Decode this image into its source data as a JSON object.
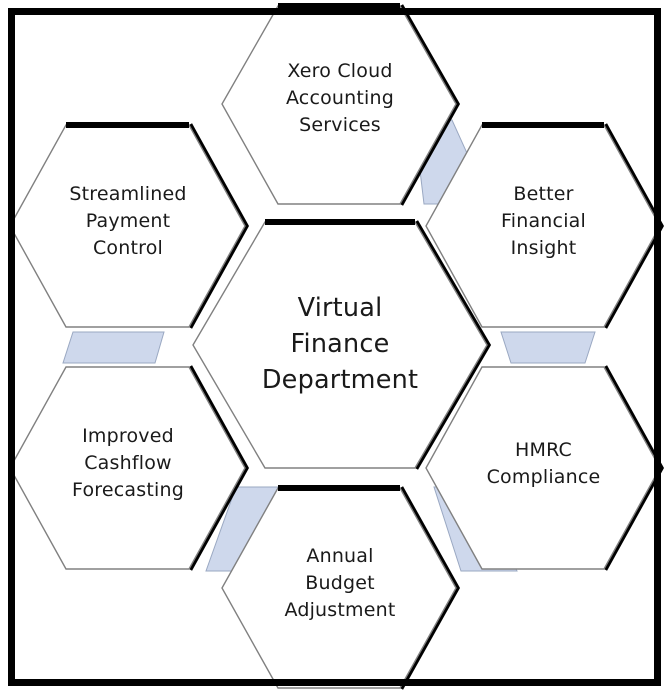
{
  "diagram": {
    "title": "Virtual Finance Department",
    "type": "hexagon-honeycomb",
    "frame_color": "#000000",
    "hex_fill": "#ffffff",
    "hex_outline": "#808080",
    "hex_shadow": "#000000",
    "connector_fill": "#ced8ec",
    "connector_outline": "#9aa8c2",
    "text_color": "#1a1a1a",
    "center": {
      "id": "virtual-finance-department",
      "label": "Virtual\nFinance\nDepartment"
    },
    "satellites": [
      {
        "id": "xero-cloud-accounting-services",
        "label": "Xero Cloud\nAccounting\nServices",
        "position": "top"
      },
      {
        "id": "better-financial-insight",
        "label": "Better\nFinancial\nInsight",
        "position": "top-right"
      },
      {
        "id": "hmrc-compliance",
        "label": "HMRC\nCompliance",
        "position": "bottom-right"
      },
      {
        "id": "annual-budget-adjustment",
        "label": "Annual\nBudget\nAdjustment",
        "position": "bottom"
      },
      {
        "id": "improved-cashflow-forecasting",
        "label": "Improved\nCashflow\nForecasting",
        "position": "bottom-left"
      },
      {
        "id": "streamlined-payment-control",
        "label": "Streamlined\nPayment\nControl",
        "position": "top-left"
      }
    ],
    "connectors": [
      {
        "id": "connector-xero-to-insight",
        "from": "xero-cloud-accounting-services",
        "to": "better-financial-insight"
      },
      {
        "id": "connector-insight-to-hmrc",
        "from": "better-financial-insight",
        "to": "hmrc-compliance"
      },
      {
        "id": "connector-hmrc-to-budget",
        "from": "hmrc-compliance",
        "to": "annual-budget-adjustment"
      },
      {
        "id": "connector-budget-to-cashflow",
        "from": "annual-budget-adjustment",
        "to": "improved-cashflow-forecasting"
      },
      {
        "id": "connector-cashflow-to-payment",
        "from": "improved-cashflow-forecasting",
        "to": "streamlined-payment-control"
      }
    ]
  }
}
